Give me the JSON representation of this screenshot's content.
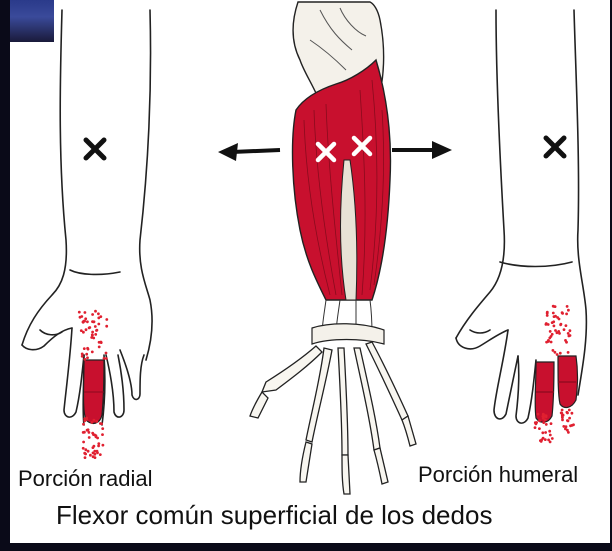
{
  "labels": {
    "left": "Porción radial",
    "right": "Porción humeral",
    "title": "Flexor común superficial de los dedos"
  },
  "colors": {
    "muscle": "#c8102e",
    "pain_dots": "#e02030",
    "outline": "#222222",
    "frame": "#0a0a18",
    "corner_accent": "#3a4a9a"
  },
  "icons": {
    "left_marker": "x-mark-icon",
    "right_marker": "x-mark-icon",
    "center_markers": "x-mark-icon",
    "left_arrow": "arrow-left-icon",
    "right_arrow": "arrow-right-icon"
  }
}
